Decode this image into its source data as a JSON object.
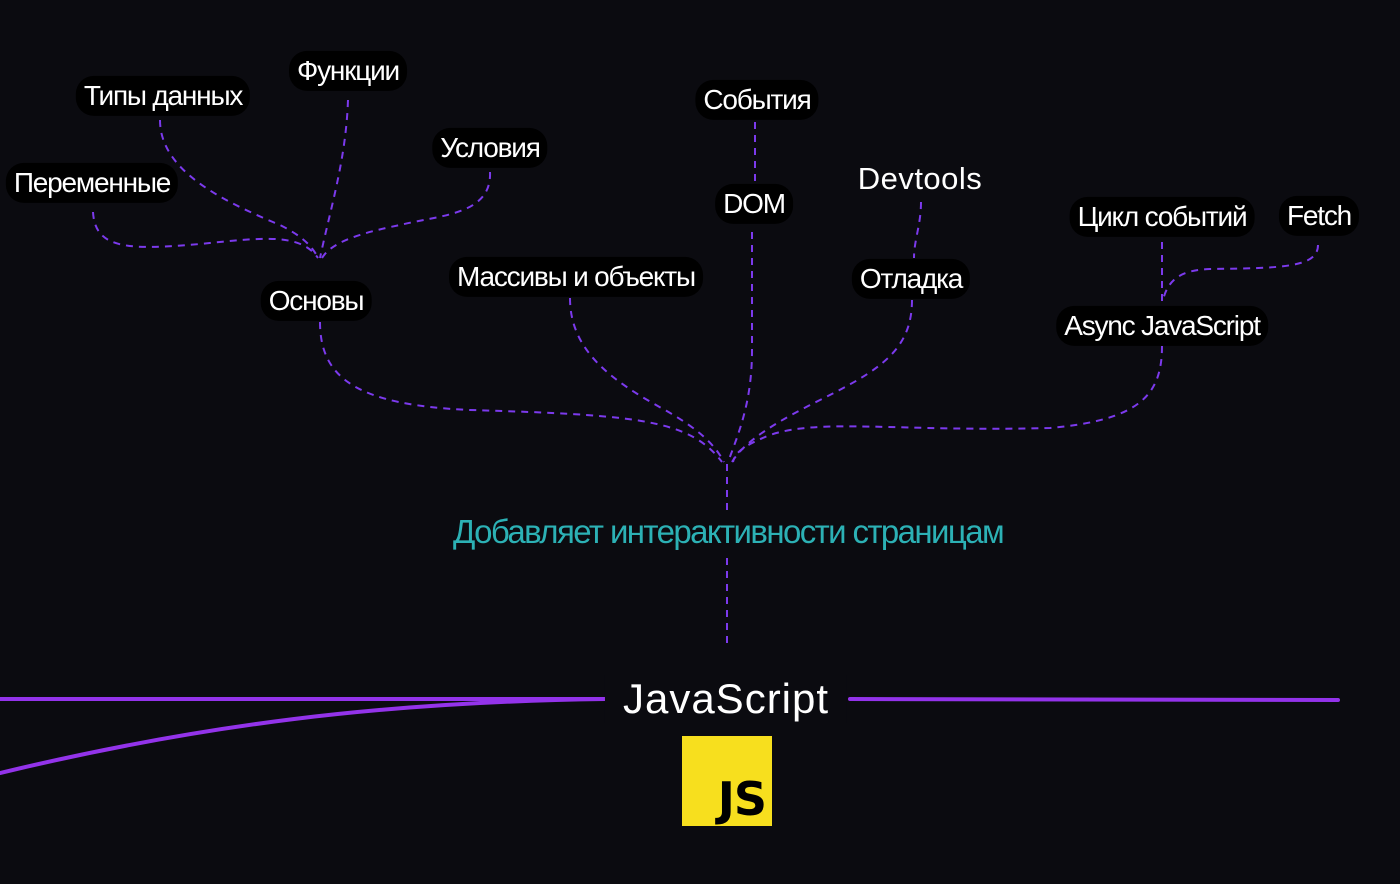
{
  "title": "JavaScript",
  "subtitle": "Добавляет интерактивности страницам",
  "logo_text": "JS",
  "colors": {
    "background": "#0b0b10",
    "connector": "#7c3aed",
    "track": "#9333ea",
    "subtitle": "#2cb1b5",
    "logo": "#f7df1e"
  },
  "nodes": {
    "basics": "Основы",
    "data_types": "Типы данных",
    "functions": "Функции",
    "variables": "Переменные",
    "conditions": "Условия",
    "arrays_objects": "Массивы и объекты",
    "events": "События",
    "dom": "DOM",
    "devtools": "Devtools",
    "debugging": "Отладка",
    "event_loop": "Цикл событий",
    "fetch": "Fetch",
    "async_js": "Async JavaScript"
  }
}
